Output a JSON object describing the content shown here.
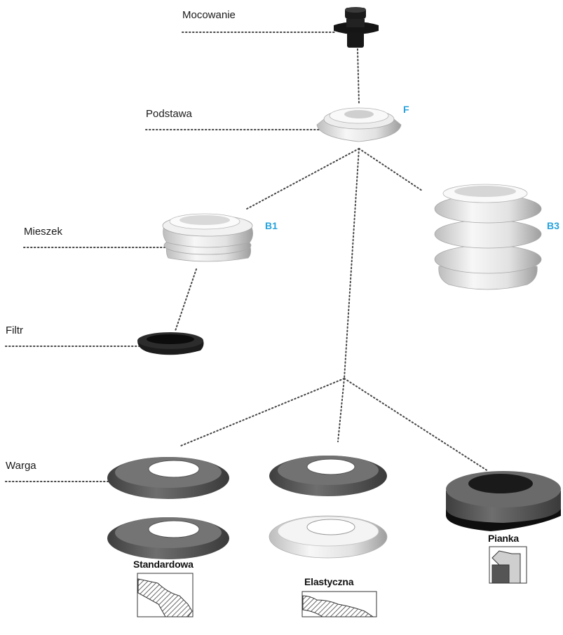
{
  "labels": {
    "mounting": "Mocowanie",
    "base": "Podstawa",
    "bellows": "Mieszek",
    "filter": "Filtr",
    "lip": "Warga"
  },
  "codes": {
    "base": "F",
    "bellows_small": "B1",
    "bellows_large": "B3"
  },
  "lip_types": {
    "standard": "Standardowa",
    "elastic": "Elastyczna",
    "foam": "Pianka"
  },
  "colors": {
    "code_accent": "#29a3dc",
    "dark_part": "#5f5f5f",
    "white_part": "#e9e9e9",
    "black_part": "#151515"
  }
}
